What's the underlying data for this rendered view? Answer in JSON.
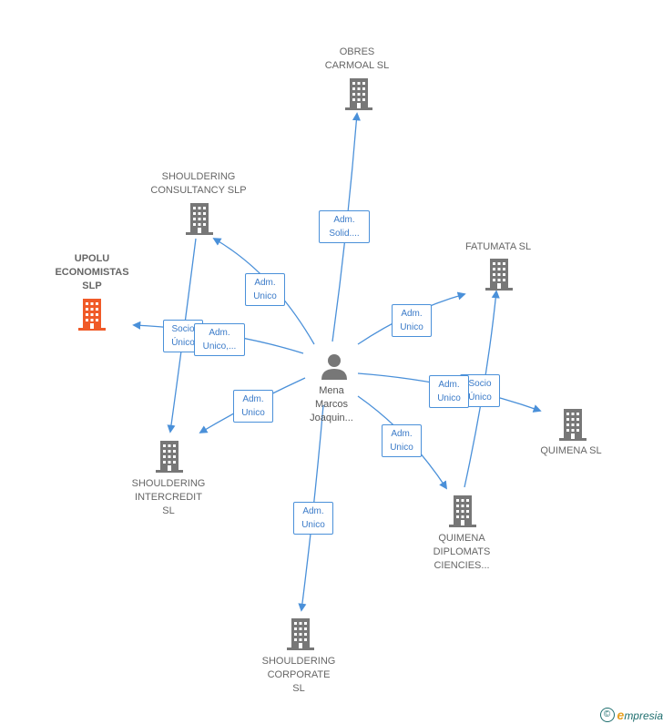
{
  "center": {
    "label": "Mena\nMarcos\nJoaquin..."
  },
  "nodes": {
    "obres": {
      "label": "OBRES\nCARMOAL SL"
    },
    "consultancy": {
      "label": "SHOULDERING\nCONSULTANCY SLP"
    },
    "upolu": {
      "label": "UPOLU\nECONOMISTAS\nSLP"
    },
    "fatumata": {
      "label": "FATUMATA SL"
    },
    "quimena": {
      "label": "QUIMENA SL"
    },
    "intercredit": {
      "label": "SHOULDERING\nINTERCREDIT\nSL"
    },
    "diplomats": {
      "label": "QUIMENA\nDIPLOMATS\nCIENCIES..."
    },
    "corporate": {
      "label": "SHOULDERING\nCORPORATE\nSL"
    }
  },
  "roles": {
    "obres": "Adm.\nSolid....",
    "consultancy": "Adm.\nUnico",
    "upolu_socio": "Socio\nÚnico",
    "upolu_adm": "Adm.\nUnico,...",
    "fatumata": "Adm.\nUnico",
    "quimena_adm": "Adm.\nUnico",
    "quimena_socio": "Socio\nÚnico",
    "intercredit": "Adm.\nUnico",
    "diplomats": "Adm.\nUnico",
    "corporate": "Adm.\nUnico"
  },
  "colors": {
    "edge": "#4a90d9",
    "building": "#777777",
    "building_highlight": "#f05a28",
    "person": "#777777"
  },
  "footer": {
    "copyright_symbol": "©",
    "brand_initial": "e",
    "brand_rest": "mpresia"
  }
}
